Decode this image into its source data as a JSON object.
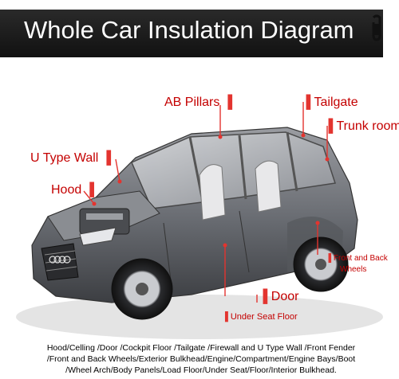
{
  "title": "Whole Car Insulation Diagram",
  "callouts": {
    "ab_pillars": "AB Pillars",
    "tailgate": "Tailgate",
    "trunk_room": "Trunk room",
    "u_type_wall": "U Type Wall",
    "hood": "Hood",
    "front_back_wheels_line1": "Front and Back",
    "front_back_wheels_line2": "Wheels",
    "door": "Door",
    "under_seat_floor": "Under Seat Floor"
  },
  "caption": {
    "line1": "Hood/Celling /Door /Cockpit Floor /Tailgate /Firewall and U Type Wall /Front Fender",
    "line2": "/Front and Back Wheels/Exterior Bulkhead/Engine/Compartment/Engine Bays/Boot",
    "line3": "/Wheel Arch/Body Panels/Load Floor/Under Seat/Floor/Interior Bulkhead."
  },
  "colors": {
    "accent": "#e3342f",
    "banner": "#1a1a1a",
    "car_body": "#6b6e74"
  },
  "icons": [
    "clip-icon",
    "pin-icon"
  ]
}
